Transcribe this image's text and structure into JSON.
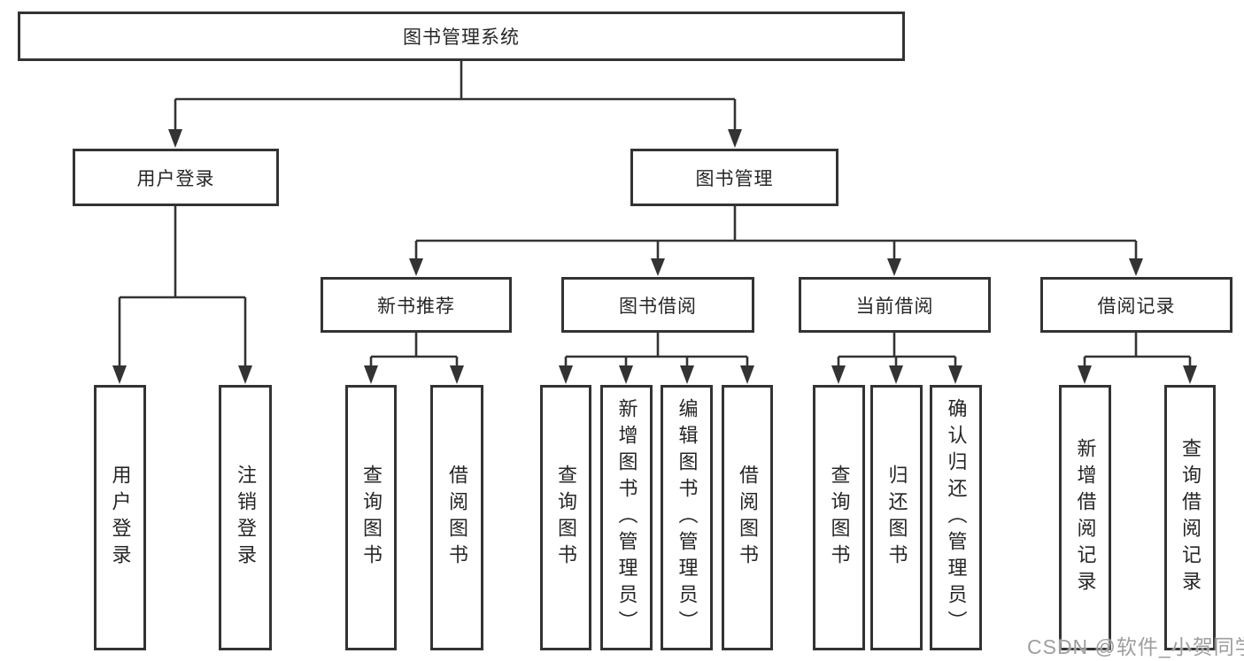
{
  "diagram": {
    "title": "图书管理系统",
    "nodes": {
      "root": {
        "label": "图书管理系统"
      },
      "user_login": {
        "label": "用户登录"
      },
      "book_mgmt": {
        "label": "图书管理"
      },
      "new_book_rec": {
        "label": "新书推荐"
      },
      "book_borrow": {
        "label": "图书借阅"
      },
      "current_borrow": {
        "label": "当前借阅"
      },
      "borrow_record": {
        "label": "借阅记录"
      },
      "leaf_user_login": {
        "label": "用户登录"
      },
      "leaf_logout": {
        "label": "注销登录"
      },
      "leaf_nbr_query": {
        "label": "查询图书"
      },
      "leaf_nbr_borrow": {
        "label": "借阅图书"
      },
      "leaf_bb_query": {
        "label": "查询图书"
      },
      "leaf_bb_add": {
        "label": "新增图书（管理员）"
      },
      "leaf_bb_edit": {
        "label": "编辑图书（管理员）"
      },
      "leaf_bb_borrow": {
        "label": "借阅图书"
      },
      "leaf_cb_query": {
        "label": "查询图书"
      },
      "leaf_cb_return": {
        "label": "归还图书"
      },
      "leaf_cb_confirm": {
        "label": "确认归还（管理员）"
      },
      "leaf_br_add": {
        "label": "新增借阅记录"
      },
      "leaf_br_query": {
        "label": "查询借阅记录"
      }
    },
    "colors": {
      "line": "#333333",
      "box_border": "#333333",
      "text": "#262626",
      "background": "#ffffff",
      "watermark": "#9e9e9e"
    }
  },
  "watermark": {
    "text": "CSDN @软件_小贺同学"
  }
}
